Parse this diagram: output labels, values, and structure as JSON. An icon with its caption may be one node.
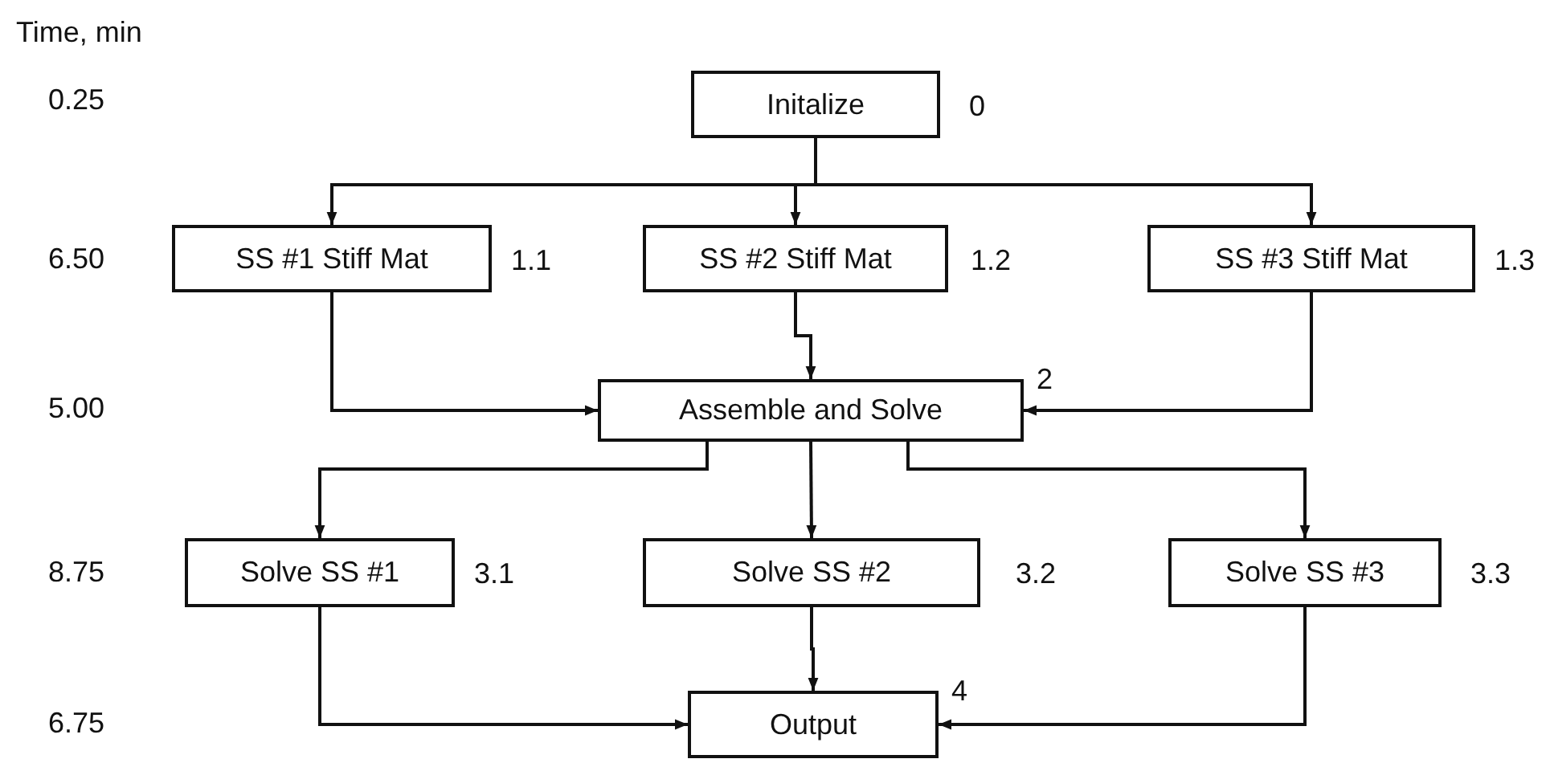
{
  "diagram": {
    "nodes": [
      {
        "text": [
          "Initalize"
        ],
        "beside": [
          "0"
        ]
      },
      {
        "text": [
          "SS #1 Stiff Mat"
        ],
        "beside": [
          "1.1"
        ]
      },
      {
        "text": [
          "SS #2 Stiff Mat"
        ],
        "beside": [
          "1.2"
        ]
      },
      {
        "text": [
          "SS #3 Stiff Mat"
        ],
        "beside": [
          "1.3"
        ]
      },
      {
        "text": [
          "Assemble and Solve"
        ],
        "beside": [
          "2"
        ]
      },
      {
        "text": [
          "Solve SS #1"
        ],
        "beside": [
          "3.1"
        ]
      },
      {
        "text": [
          "Solve SS #2"
        ],
        "beside": [
          "3.2"
        ]
      },
      {
        "text": [
          "Solve SS #3"
        ],
        "beside": [
          "3.3"
        ]
      },
      {
        "text": [
          "Output"
        ],
        "beside": [
          "4"
        ]
      }
    ],
    "edges": [
      {
        "from": 0,
        "to": 1,
        "arrow": "to"
      },
      {
        "from": 0,
        "to": 2,
        "arrow": "to"
      },
      {
        "from": 0,
        "to": 3,
        "arrow": "to"
      },
      {
        "from": 1,
        "to": 4,
        "arrow": "to"
      },
      {
        "from": 2,
        "to": 4,
        "arrow": "to"
      },
      {
        "from": 3,
        "to": 4,
        "arrow": "to"
      },
      {
        "from": 4,
        "to": 5,
        "arrow": "to"
      },
      {
        "from": 4,
        "to": 6,
        "arrow": "to"
      },
      {
        "from": 4,
        "to": 7,
        "arrow": "to"
      },
      {
        "from": 5,
        "to": 8,
        "arrow": "to"
      },
      {
        "from": 6,
        "to": 8,
        "arrow": "to"
      },
      {
        "from": 7,
        "to": 8,
        "arrow": "to"
      }
    ],
    "labels": [
      "Time, min",
      "0.25",
      "6.50",
      "5.00",
      "8.75",
      "6.75"
    ]
  }
}
